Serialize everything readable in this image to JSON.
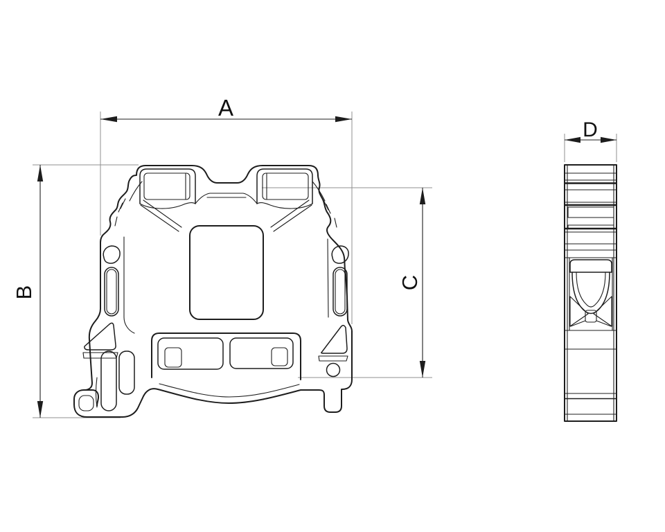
{
  "drawing": {
    "kind": "technical line drawing",
    "subject": "terminal block profile, front section and side view"
  },
  "dimensions": {
    "a": "A",
    "b": "B",
    "c": "C",
    "d": "D"
  },
  "colors": {
    "background": "#ffffff",
    "line": "#1d1d1d",
    "extension_line": "#8f8f8f"
  }
}
